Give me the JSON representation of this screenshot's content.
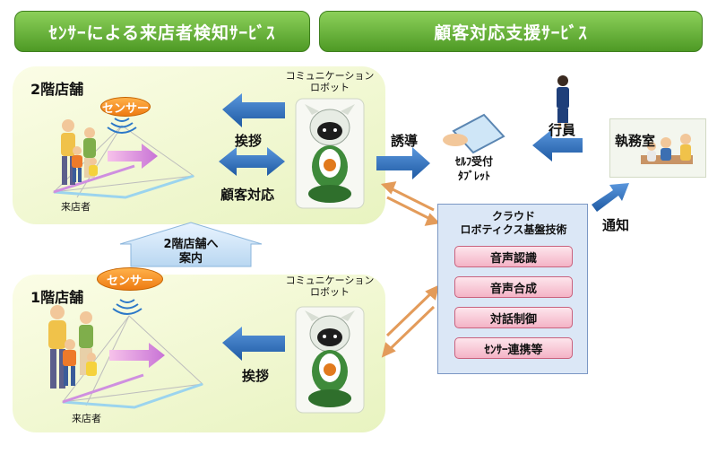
{
  "headers": {
    "left": "ｾﾝｻｰによる来店者検知ｻｰﾋﾞｽ",
    "right": "顧客対応支援ｻｰﾋﾞｽ"
  },
  "floor2": {
    "title": "2階店舗",
    "sensor": "センサー",
    "visitor": "来店者",
    "robot_label": "コミュニケーション\nロボット",
    "greeting": "挨拶",
    "customer_service": "顧客対応"
  },
  "floor1": {
    "title": "1階店舗",
    "sensor": "センサー",
    "visitor": "来店者",
    "robot_label": "コミュニケーション\nロボット",
    "greeting": "挨拶"
  },
  "guide": "2階店舗へ\n案内",
  "induce": "誘導",
  "tablet": "ｾﾙﾌ受付\nﾀﾌﾞﾚｯﾄ",
  "staff": "行員",
  "office": "執務室",
  "notify": "通知",
  "cloud": {
    "title": "クラウド\nロボティクス基盤技術",
    "items": [
      "音声認識",
      "音声合成",
      "対話制御",
      "ｾﾝｻｰ連携等"
    ]
  },
  "colors": {
    "header_green": "#5aa82d",
    "panel_bg": "#eef6cf",
    "arrow_blue": "#2f6fb8",
    "arrow_orange": "#e39b5a",
    "sensor_orange": "#f28c1c",
    "pink_box": "#f6bccb",
    "cloud_bg": "#dbe7f6"
  }
}
